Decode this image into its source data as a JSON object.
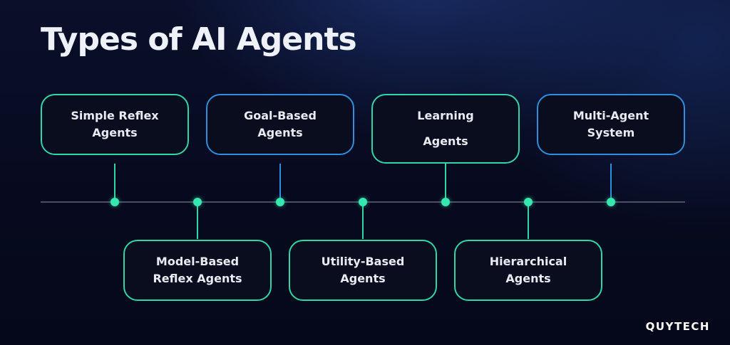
{
  "title": "Types of AI Agents",
  "brand": "QUYTECH",
  "colors": {
    "green": "#2fd6a6",
    "blue": "#2f8ee0",
    "dot": "#35e8b0",
    "line": "#4a5060"
  },
  "agents": [
    {
      "label": "Simple Reflex\nAgents"
    },
    {
      "label": "Model-Based\nReflex Agents"
    },
    {
      "label": "Goal-Based\nAgents"
    },
    {
      "label": "Utility-Based\nAgents"
    },
    {
      "label": "Learning\nAgents"
    },
    {
      "label": "Hierarchical\nAgents"
    },
    {
      "label": "Multi-Agent\nSystem"
    }
  ]
}
